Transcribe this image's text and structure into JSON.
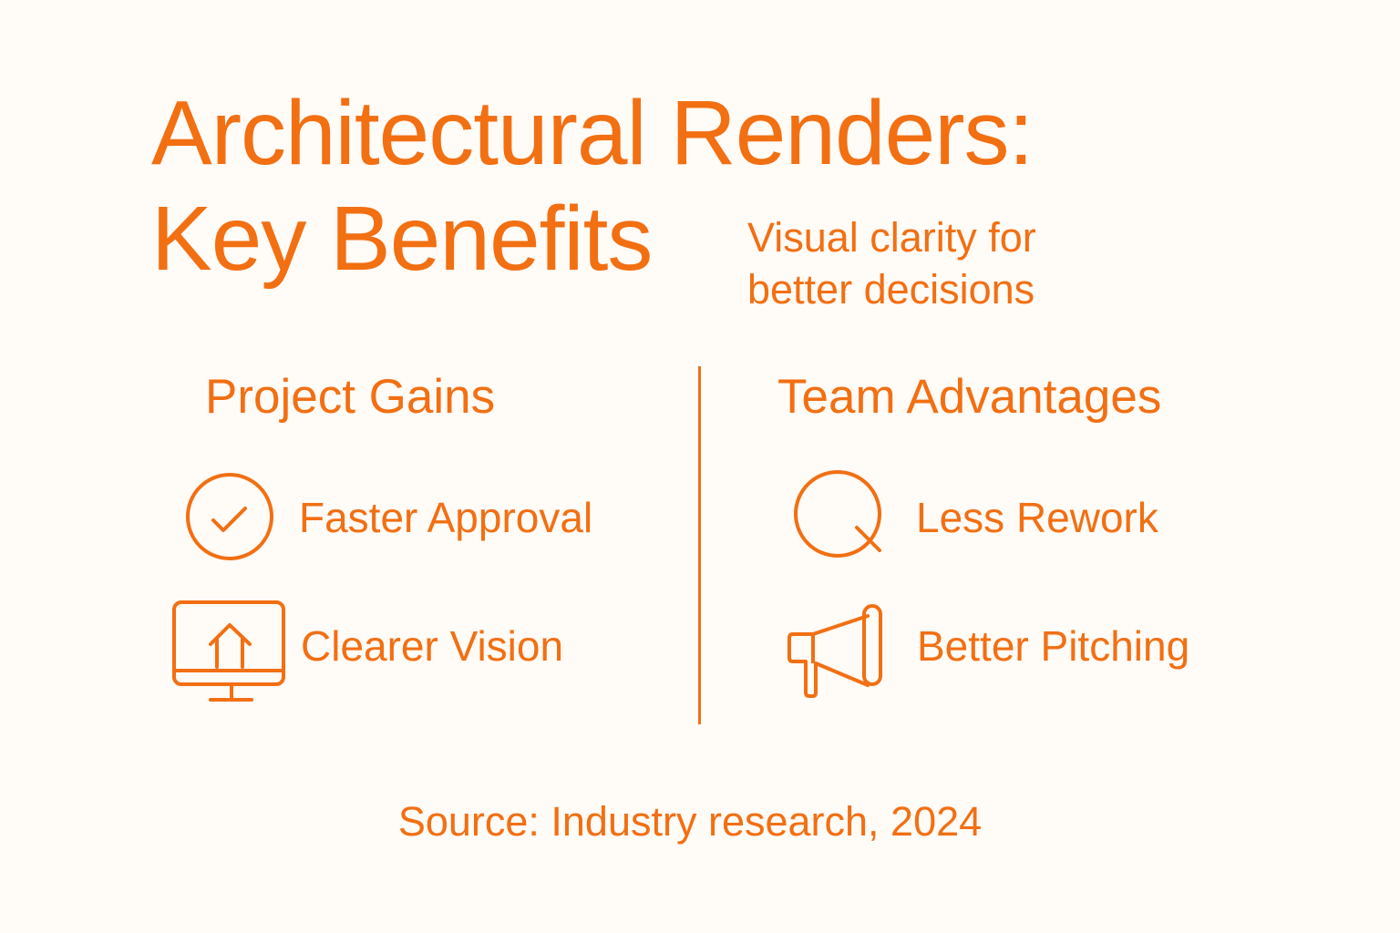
{
  "header": {
    "title_line1": "Architectural Renders:",
    "title_line2": "Key Benefits",
    "subtitle_line1": "Visual clarity for",
    "subtitle_line2": "better decisions"
  },
  "sections": {
    "left": {
      "heading": "Project Gains",
      "items": [
        {
          "label": "Faster Approval",
          "icon": "check-circle-icon"
        },
        {
          "label": "Clearer Vision",
          "icon": "monitor-house-icon"
        }
      ]
    },
    "right": {
      "heading": "Team Advantages",
      "items": [
        {
          "label": "Less Rework",
          "icon": "magnifier-q-icon"
        },
        {
          "label": "Better Pitching",
          "icon": "megaphone-icon"
        }
      ]
    }
  },
  "footer": {
    "source": "Source: Industry research, 2024"
  },
  "colors": {
    "accent": "#F26F12",
    "background": "#FFFBF7"
  }
}
